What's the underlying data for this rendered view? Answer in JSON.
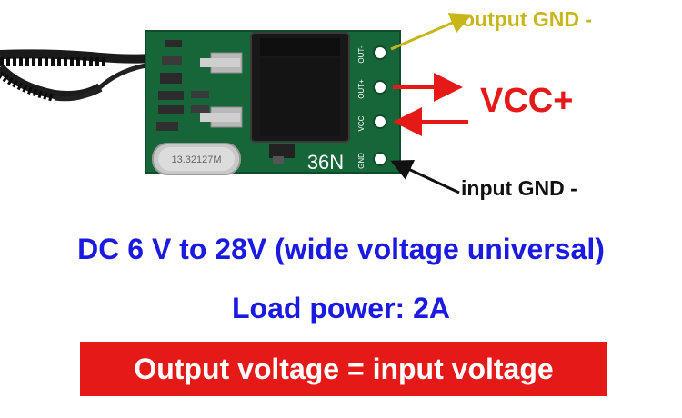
{
  "colors": {
    "gnd_output": "#c7b51a",
    "vcc": "#e61919",
    "gnd_input": "#111111",
    "spec_text": "#1a1ae0",
    "banner_bg": "#e61919",
    "banner_text": "#ffffff",
    "pcb": "#16663a"
  },
  "board": {
    "crystal_marking": "13.32127M",
    "model_marking": "36N",
    "pins": [
      {
        "label": "OUT-"
      },
      {
        "label": "OUT+"
      },
      {
        "label": "VCC"
      },
      {
        "label": "GND"
      }
    ]
  },
  "annotations": {
    "output_gnd": "output GND -",
    "vcc_plus": "VCC+",
    "input_gnd": "input GND -"
  },
  "specs": {
    "voltage_range": "DC 6 V to 28V (wide voltage universal)",
    "load_power": "Load power: 2A"
  },
  "banner": {
    "text": "Output voltage = input voltage"
  }
}
